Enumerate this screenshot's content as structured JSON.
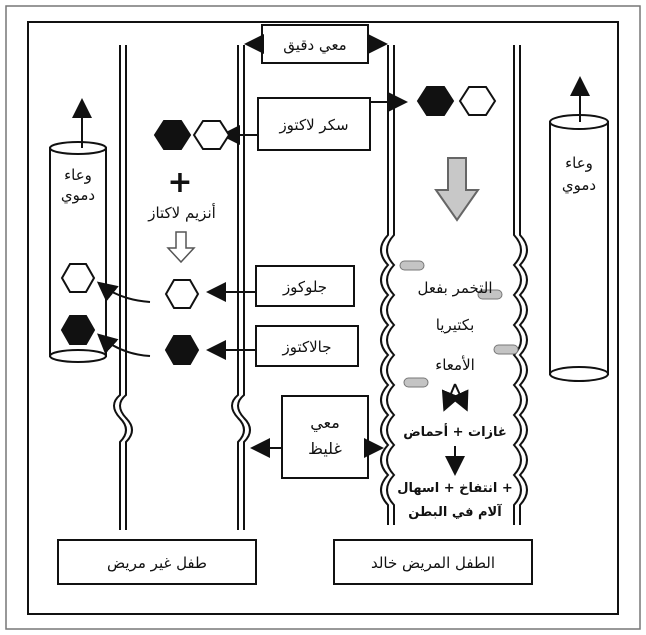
{
  "labels": {
    "small_intestine": "معي دقيق",
    "lactose_sugar": "سكر لاكتوز",
    "lactase_enzyme": "أنزيم لاكتاز",
    "glucose": "جلوكوز",
    "galactose": "جالاكتوز",
    "large_intestine_line1": "معي",
    "large_intestine_line2": "غليظ",
    "blood_vessel_left_line1": "وعاء",
    "blood_vessel_left_line2": "دموي",
    "blood_vessel_right_line1": "وعاء",
    "blood_vessel_right_line2": "دموي",
    "fermentation_line1": "التخمر بفعل",
    "fermentation_line2": "بكتيريا",
    "fermentation_line3": "الأمعاء",
    "gases_acids": "غازات + أحماض",
    "symptoms_line1": "انتفاخ + اسهال +",
    "symptoms_line2": "آلام في البطن",
    "healthy_child": "طفل غير مريض",
    "sick_child": "الطفل المريض خالد"
  },
  "plus_sign": "+",
  "colors": {
    "ink": "#111111",
    "arrow_fill": "#c8c8c8",
    "bacteria": "#c4c4c4"
  }
}
